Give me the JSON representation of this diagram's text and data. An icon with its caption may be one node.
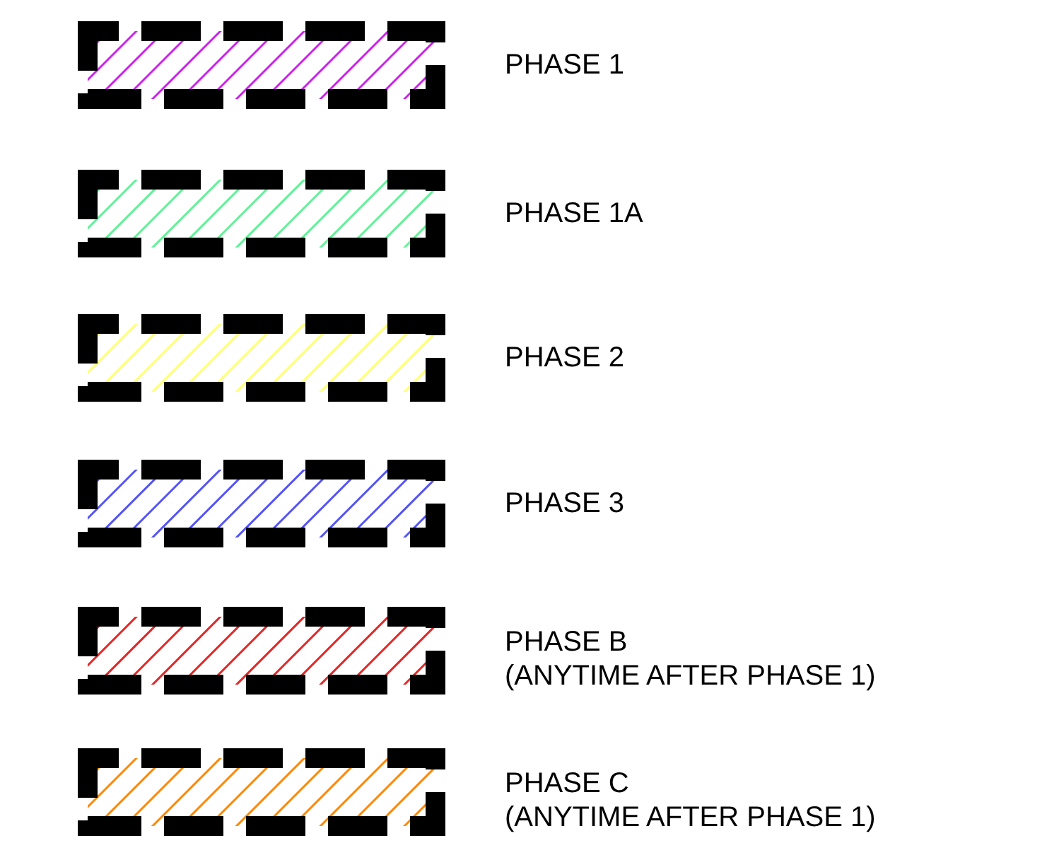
{
  "diagram": {
    "legend": [
      {
        "text": "PHASE 1",
        "color": "#cc22ee"
      },
      {
        "text": "PHASE 1A",
        "color": "#66ee99"
      },
      {
        "text": "PHASE 2",
        "color": "#ffff77"
      },
      {
        "text": "PHASE 3",
        "color": "#5555ee"
      },
      {
        "text": "PHASE B (ANYTIME AFTER PHASE 1)",
        "color": "#ee2222"
      },
      {
        "text": "PHASE C (ANYTIME AFTER PHASE 1)",
        "color": "#ff8800"
      }
    ]
  }
}
